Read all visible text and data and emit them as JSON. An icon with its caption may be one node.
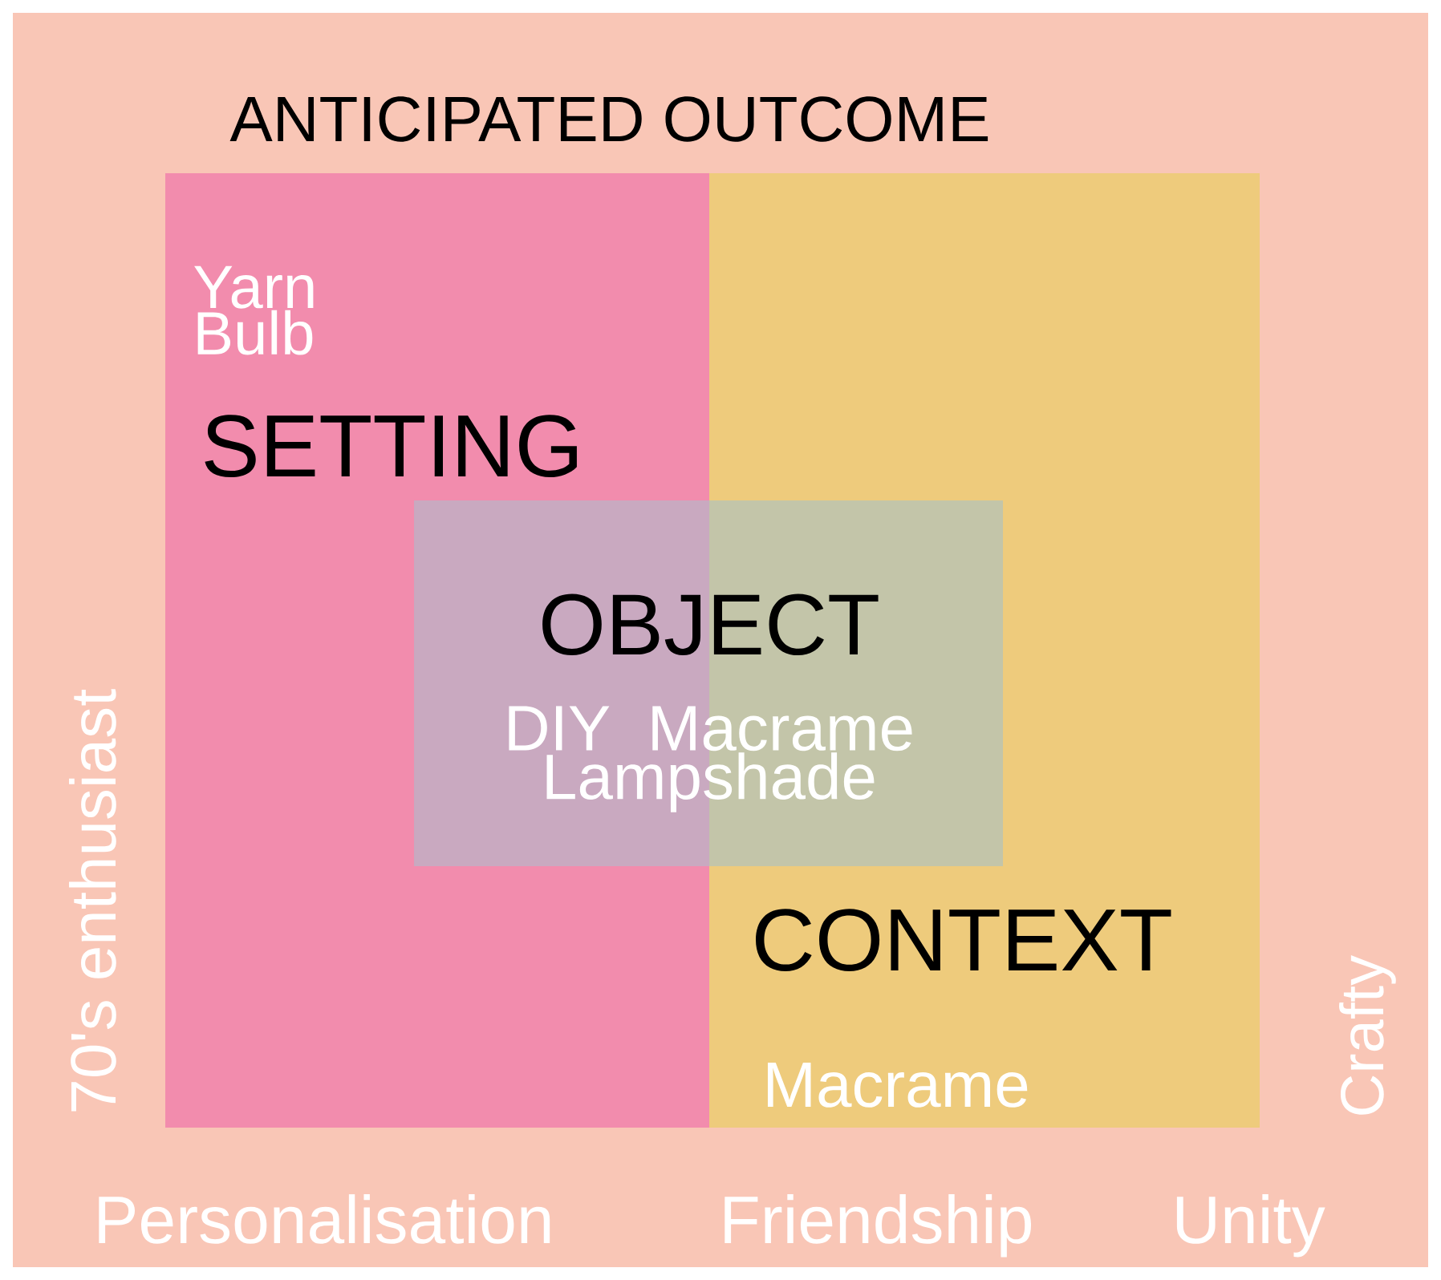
{
  "diagram": {
    "title": "ANTICIPATED OUTCOME",
    "nodes": [
      {
        "text": [
          "Yarn Bulb",
          "SETTING"
        ]
      },
      {
        "text": [
          "CONTEXT",
          "Macrame"
        ]
      },
      {
        "text": [
          "OBJECT",
          "DIY Macrame Lampshade"
        ]
      }
    ],
    "labels": [
      "70's enthusiast",
      "Crafty",
      "Personalisation",
      "Friendship",
      "Unity"
    ]
  }
}
